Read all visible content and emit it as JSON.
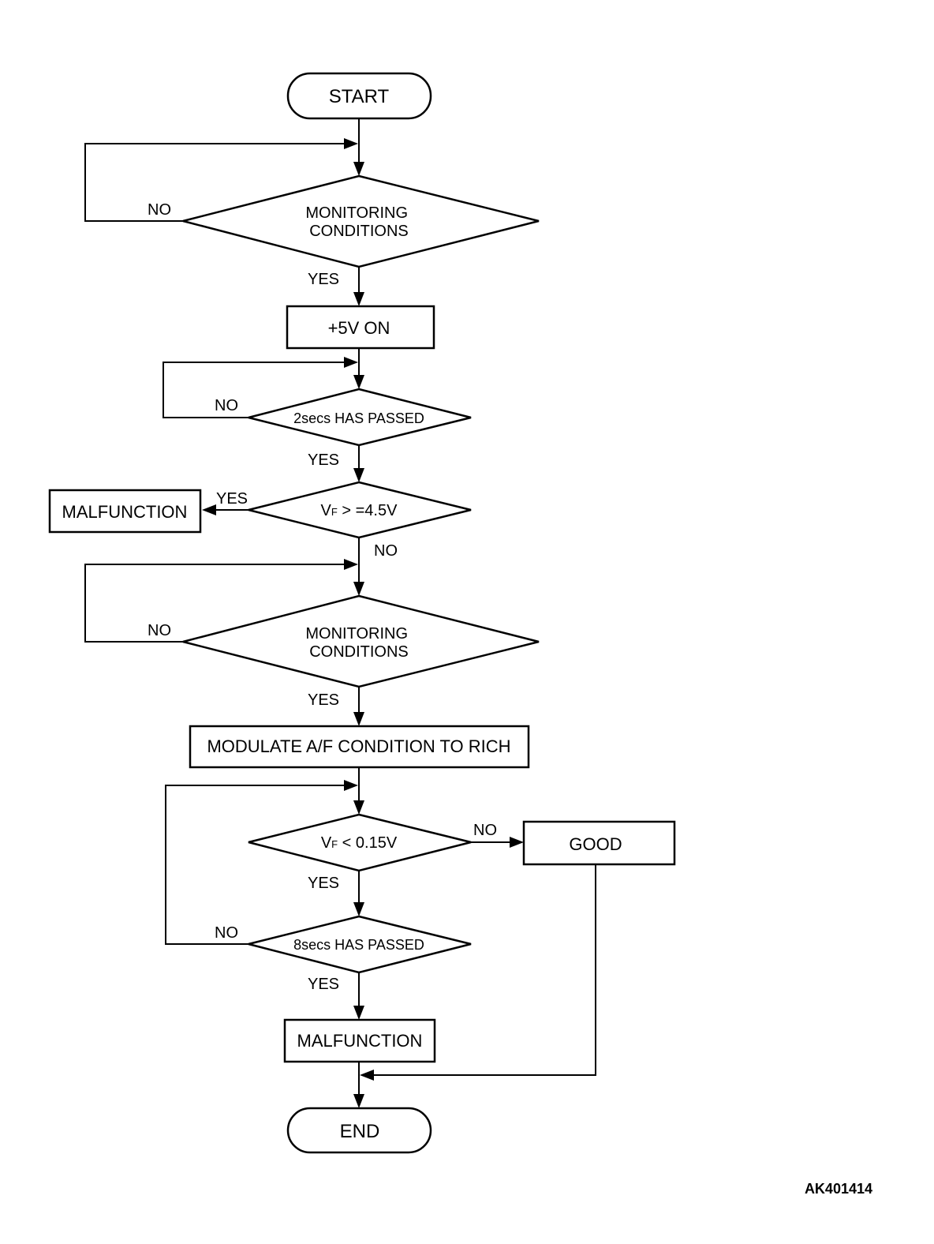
{
  "flowchart": {
    "start": "START",
    "end": "END",
    "decision_monitoring_1": "MONITORING\nCONDITIONS",
    "process_5v_on": "+5V ON",
    "decision_2secs": "2secs HAS PASSED",
    "decision_vf_high": {
      "main": "V",
      "sub": "F",
      "rest": " > =4.5V"
    },
    "malfunction_1": "MALFUNCTION",
    "decision_monitoring_2": "MONITORING\nCONDITIONS",
    "process_modulate": "MODULATE A/F CONDITION TO RICH",
    "decision_vf_low": {
      "main": "V",
      "sub": "F",
      "rest": " < 0.15V"
    },
    "good": "GOOD",
    "decision_8secs": "8secs HAS PASSED",
    "malfunction_2": "MALFUNCTION",
    "yes": "YES",
    "no": "NO"
  },
  "reference_code": "AK401414"
}
